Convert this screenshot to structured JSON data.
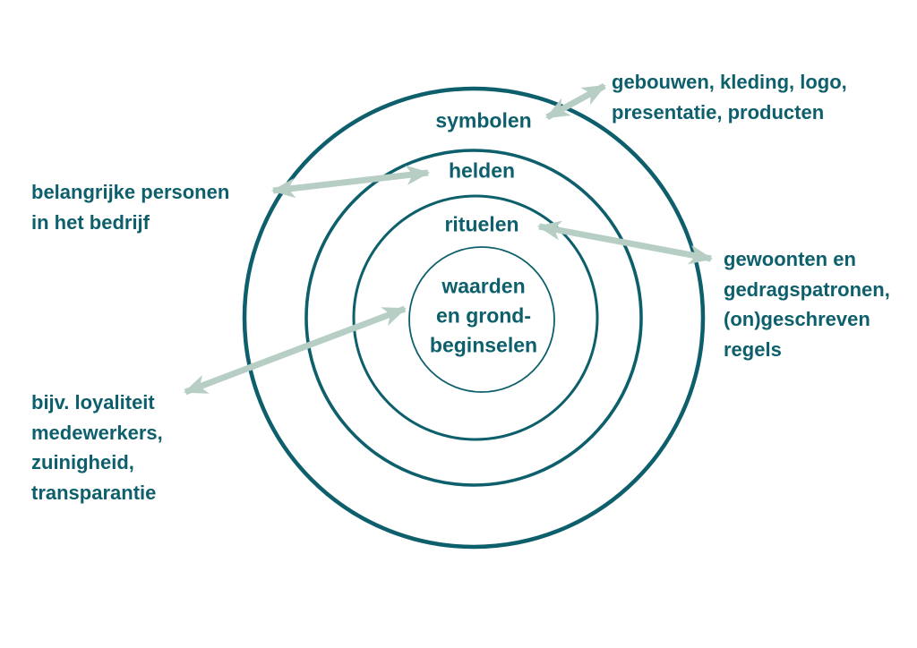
{
  "colors": {
    "teal": "#0d5f6b",
    "arrow": "#b7cec5",
    "background": "#ffffff"
  },
  "rings": [
    {
      "id": "symbols",
      "label": "symbolen"
    },
    {
      "id": "heroes",
      "label": "helden"
    },
    {
      "id": "rituals",
      "label": "rituelen"
    },
    {
      "id": "values",
      "label": "waarden\nen grond-\nbeginselen"
    }
  ],
  "annotations": [
    {
      "id": "symbols-examples",
      "text": "gebouwen, kleding, logo,\npresentatie, producten"
    },
    {
      "id": "heroes-examples",
      "text": "belangrijke personen\nin het bedrijf"
    },
    {
      "id": "rituals-examples",
      "text": "gewoonten en\ngedragspatronen,\n(on)geschreven\nregels"
    },
    {
      "id": "values-examples",
      "text": "bijv. loyaliteit\nmedewerkers,\nzuinigheid,\ntransparantie"
    }
  ]
}
